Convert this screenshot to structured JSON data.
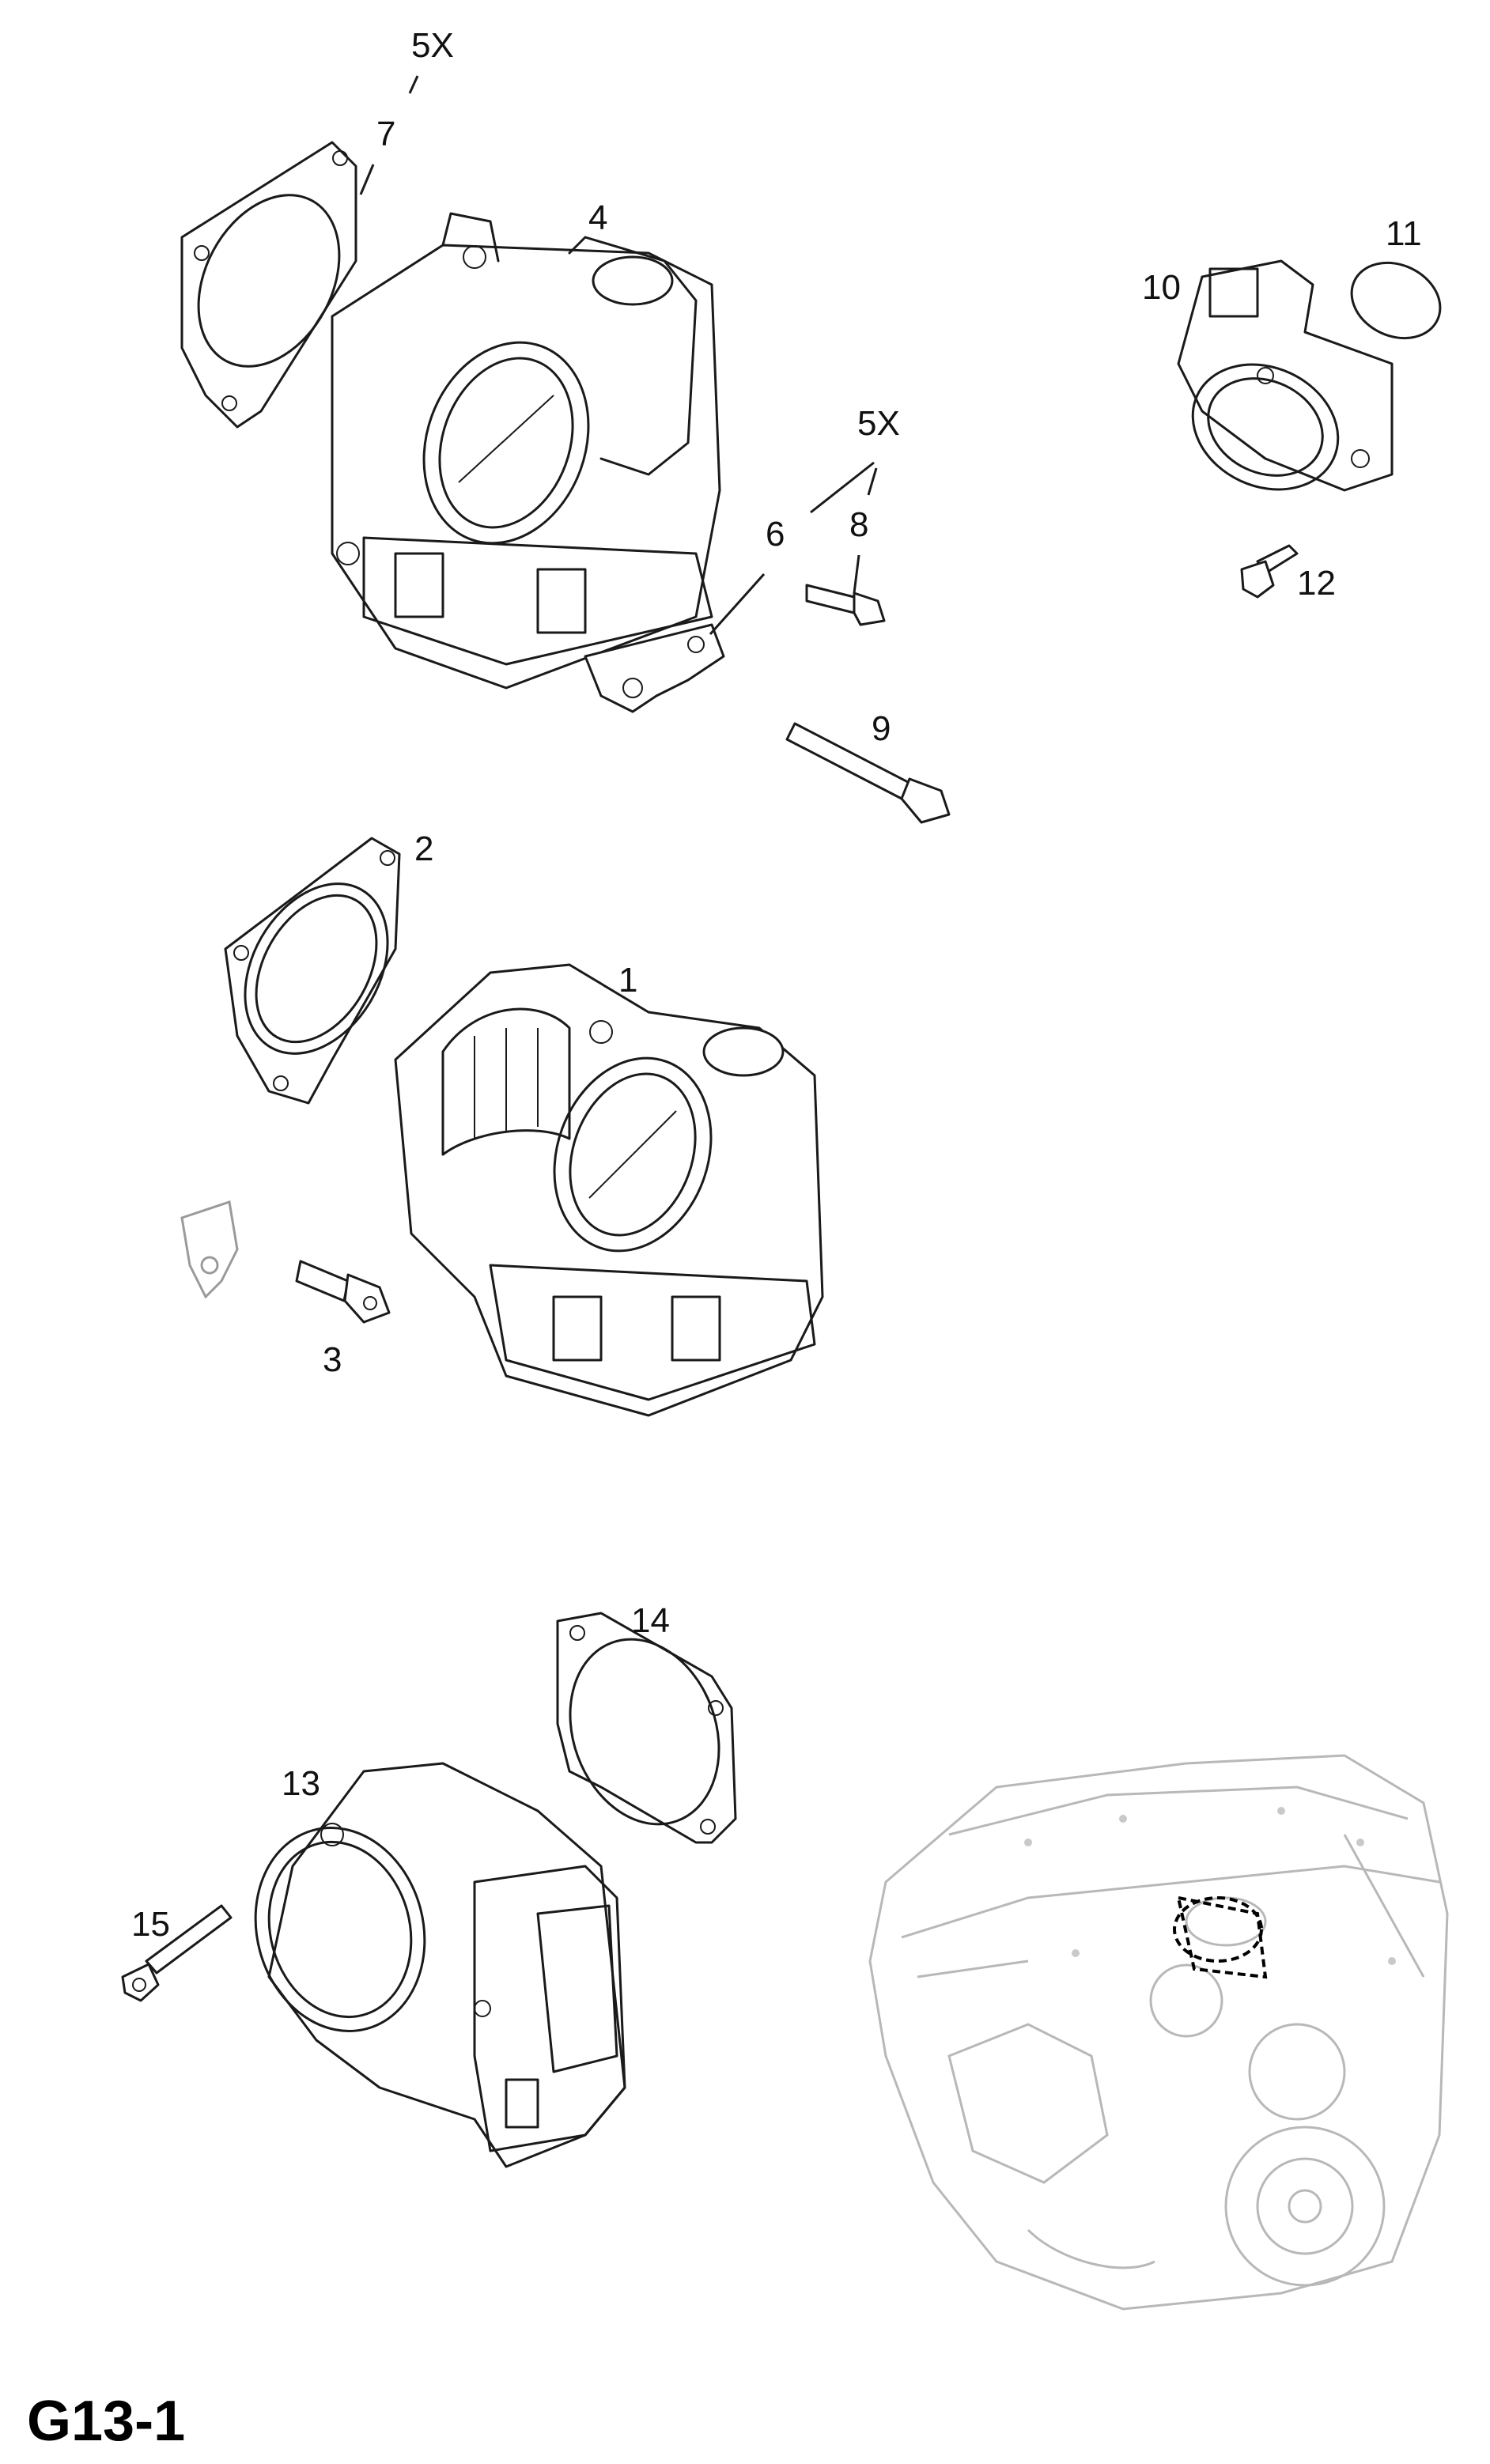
{
  "diagram": {
    "page_code": "G13-1",
    "callouts": {
      "qty_top": "5X",
      "gasket_top": "7",
      "body_top": "4",
      "qty_mid": "5X",
      "bracket": "6",
      "bolt_short": "8",
      "bolt_long": "9",
      "sensor_body": "10",
      "oring": "11",
      "sensor_bolt": "12",
      "gasket_mid": "2",
      "body_mid": "1",
      "screw_mid": "3",
      "gasket_bottom": "14",
      "body_bottom": "13",
      "screw_bottom": "15"
    }
  }
}
